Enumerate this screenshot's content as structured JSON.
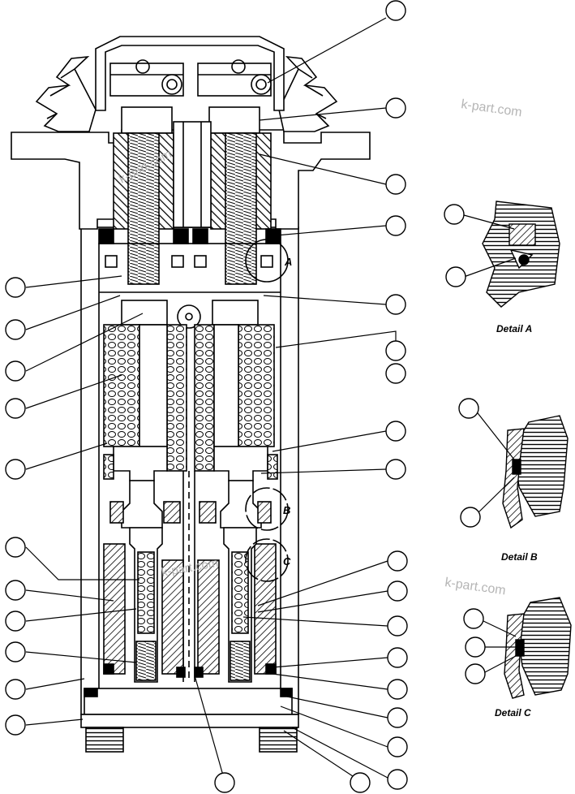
{
  "watermarks": [
    "k-part.com",
    "k-part.com",
    "k-part.com",
    "k-part.com"
  ],
  "detail_markers": [
    "A",
    "B",
    "C"
  ],
  "detail_titles": [
    "Detail A",
    "Detail B",
    "Detail C"
  ],
  "colors": {
    "ink": "#000000",
    "paper": "#ffffff",
    "watermark": "#b5b5b5"
  }
}
